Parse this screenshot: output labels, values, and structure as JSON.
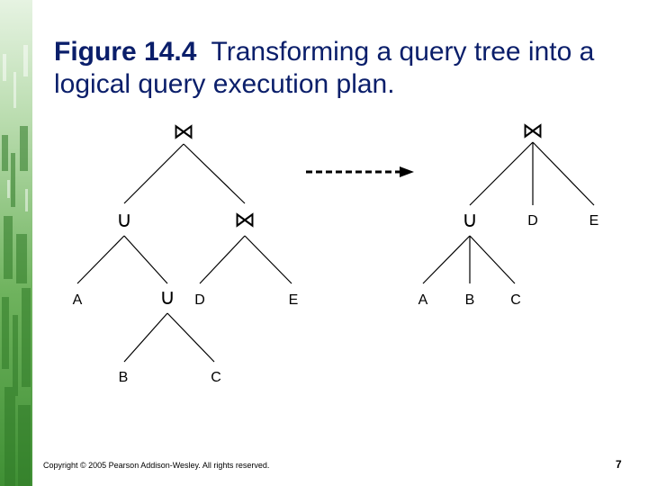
{
  "slide": {
    "title_bold": "Figure 14.4",
    "title_rest": "Transforming a query tree into a logical query execution plan.",
    "footer": "Copyright © 2005 Pearson Addison-Wesley. All rights reserved.",
    "page_number": "7"
  },
  "diagram": {
    "symbols": {
      "join": "⋈",
      "union": "∪"
    },
    "left_tree": {
      "leaves": [
        "A",
        "B",
        "C",
        "D",
        "E"
      ]
    },
    "right_tree": {
      "leaves": [
        "A",
        "B",
        "C",
        "D",
        "E"
      ]
    }
  }
}
